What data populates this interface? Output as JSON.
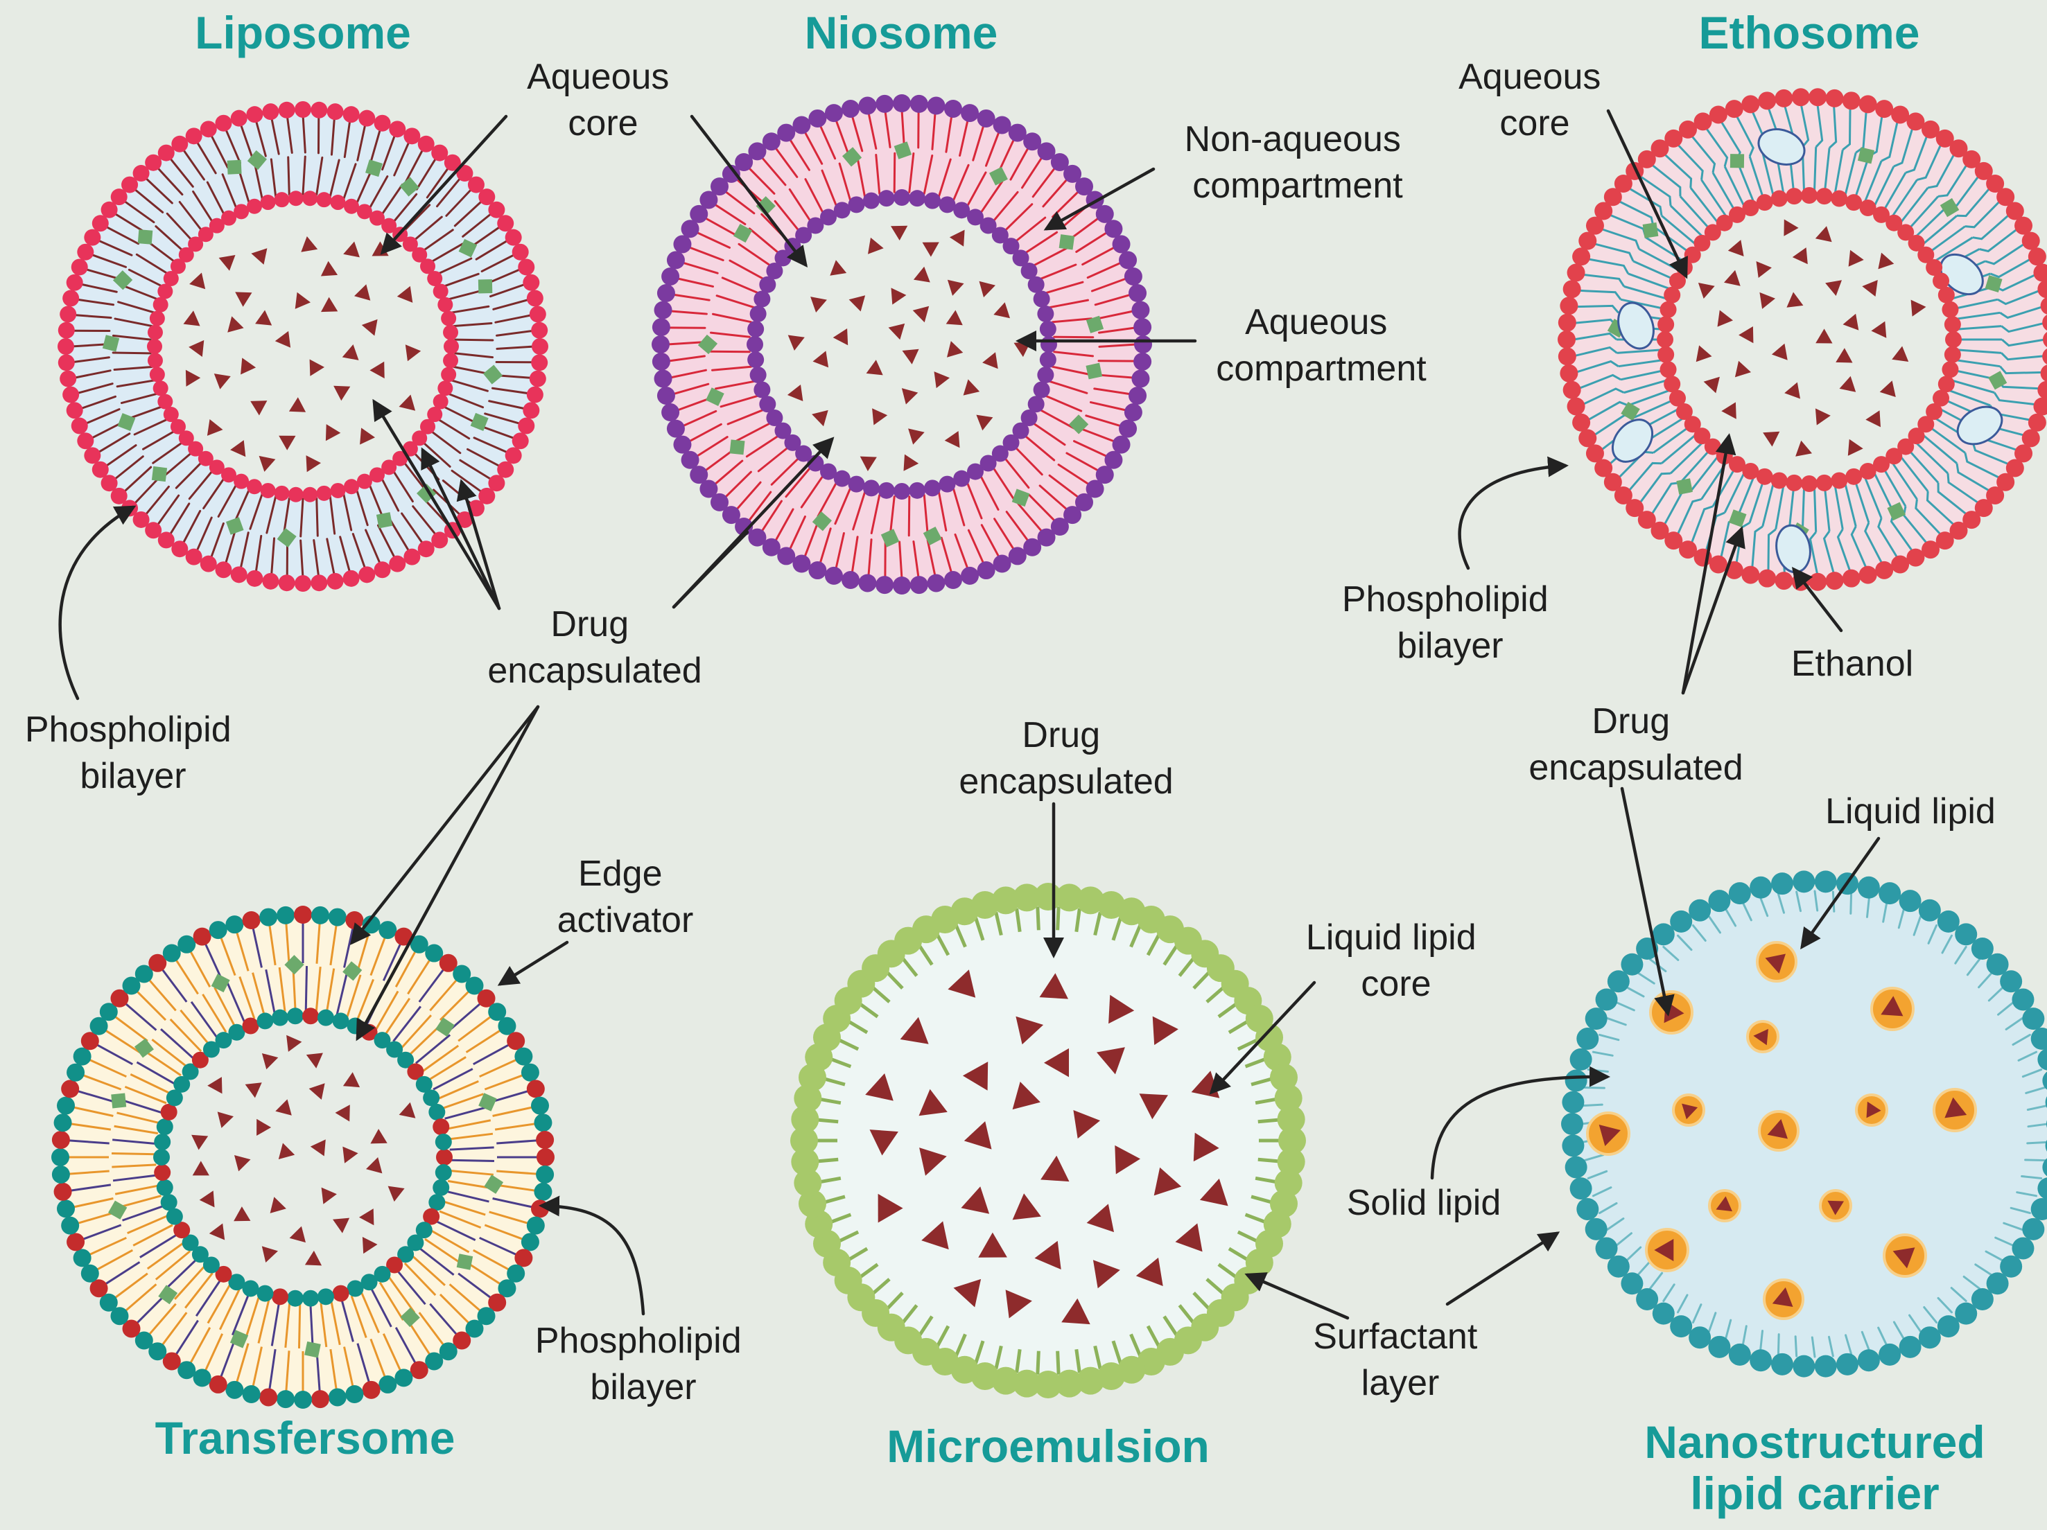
{
  "diagram_title": "",
  "colors": {
    "background": "#e6ebe4",
    "title_teal": "#169b98",
    "drug_triangle": "#8e2b2c",
    "drug_square": "#6caa6c",
    "liposome_head": "#e8335a",
    "liposome_fill": "#dcebf5",
    "liposome_tail": "#7a2a2a",
    "niosome_head": "#7b3aa0",
    "niosome_fill": "#f6d6e2",
    "niosome_tail": "#d8283a",
    "ethosome_head": "#e2424c",
    "ethosome_fill": "#f6dde3",
    "ethosome_tail": "#3ba0b0",
    "ethanol_fill": "#dceef4",
    "ethanol_stroke": "#3b5a9a",
    "transfersome_head_teal": "#119089",
    "transfersome_head_red": "#c42c2c",
    "transfersome_fill": "#fdf5de",
    "transfersome_tail": "#e8962c",
    "edge_activator_tail": "#4a3d8a",
    "microemulsion_head": "#a7c96a",
    "microemulsion_fill": "#eef6f4",
    "nlc_head": "#2d9aa6",
    "nlc_fill": "#d6eaf1",
    "nlc_droplet": "#f3a330"
  },
  "panels": {
    "liposome": {
      "title": "Liposome",
      "labels": {
        "aqueous_core": [
          "Aqueous",
          "core"
        ],
        "phospholipid_bilayer": [
          "Phospholipid",
          "bilayer"
        ]
      }
    },
    "niosome": {
      "title": "Niosome",
      "labels": {
        "non_aqueous": [
          "Non-aqueous",
          "compartment"
        ],
        "aqueous_compartment": [
          "Aqueous",
          "compartment"
        ],
        "drug_encapsulated": [
          "Drug",
          "encapsulated"
        ]
      }
    },
    "ethosome": {
      "title": "Ethosome",
      "labels": {
        "aqueous_core": [
          "Aqueous",
          "core"
        ],
        "phospholipid_bilayer": [
          "Phospholipid",
          "bilayer"
        ],
        "ethanol": [
          "Ethanol"
        ],
        "drug_encapsulated": [
          "Drug",
          "encapsulated"
        ]
      }
    },
    "transfersome": {
      "title": "Transfersome",
      "labels": {
        "edge_activator": [
          "Edge",
          "activator"
        ],
        "phospholipid_bilayer": [
          "Phospholipid",
          "bilayer"
        ]
      }
    },
    "microemulsion": {
      "title": "Microemulsion",
      "labels": {
        "drug_encapsulated": [
          "Drug",
          "encapsulated"
        ],
        "liquid_lipid_core": [
          "Liquid lipid",
          "core"
        ],
        "surfactant_layer": [
          "Surfactant",
          "layer"
        ]
      }
    },
    "nlc": {
      "title": [
        "Nanostructured",
        "lipid carrier"
      ],
      "labels": {
        "liquid_lipid": [
          "Liquid lipid"
        ],
        "solid_lipid": [
          "Solid lipid"
        ]
      }
    }
  }
}
